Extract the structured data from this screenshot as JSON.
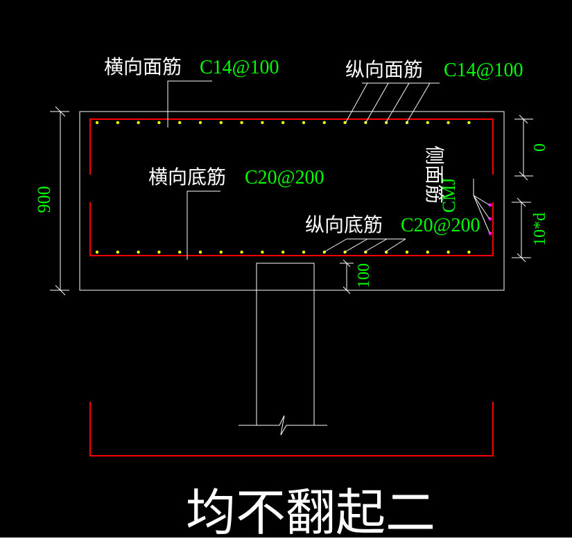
{
  "colors": {
    "background": "#000000",
    "line": "#ffffff",
    "rebar_outline": "#ff0000",
    "rebar_dot": "#ffff00",
    "side_rebar_dot": "#ff00ff",
    "spec_text": "#00ff00",
    "label_text": "#ffffff"
  },
  "labels": {
    "transverse_top": {
      "name": "横向面筋",
      "spec": "C14@100"
    },
    "longitudinal_top": {
      "name": "纵向面筋",
      "spec": "C14@100"
    },
    "transverse_bottom": {
      "name": "横向底筋",
      "spec": "C20@200"
    },
    "longitudinal_bottom": {
      "name": "纵向底筋",
      "spec": "C20@200"
    },
    "side": {
      "name": "侧面筋",
      "spec": "CMJ"
    }
  },
  "dimensions": {
    "height": "900",
    "top_cover": "0",
    "side_length": "10*d",
    "column_embed": "100"
  },
  "caption": "均不翻起二"
}
